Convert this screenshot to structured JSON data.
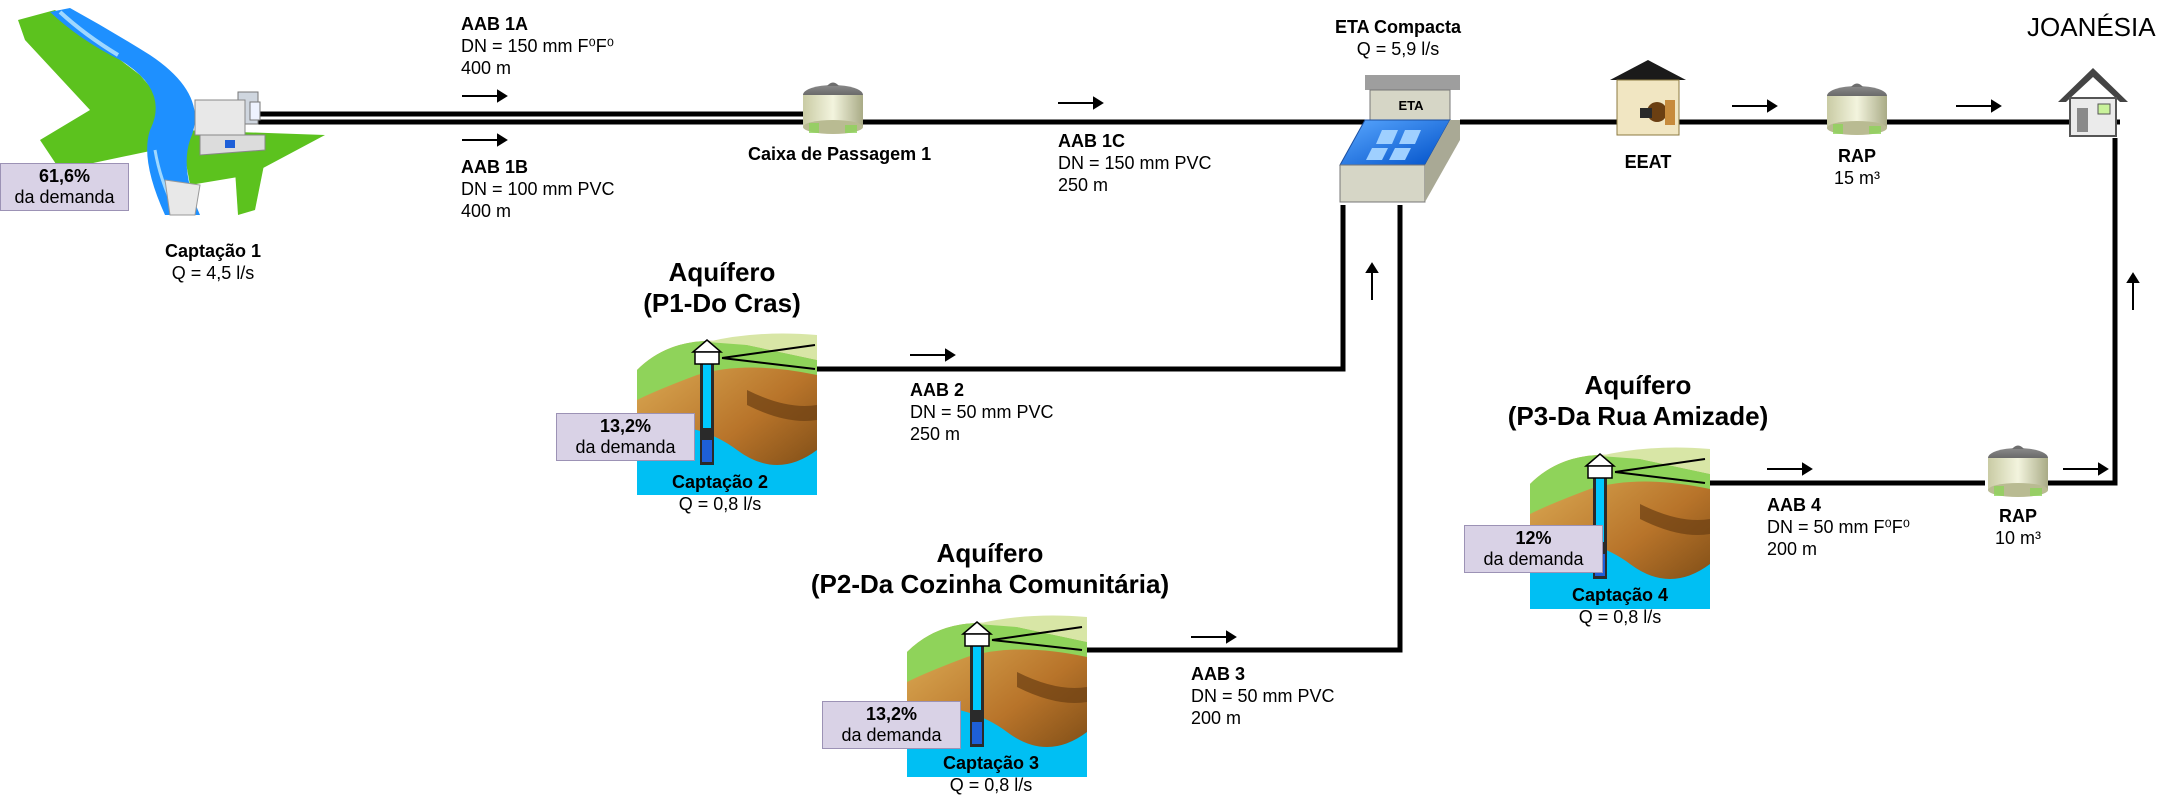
{
  "city": "JOANÉSIA",
  "captacao1": {
    "name": "Captação 1",
    "flow": "Q = 4,5 l/s",
    "pct": "61,6%",
    "demand": "da demanda"
  },
  "aab1a": {
    "name": "AAB 1A",
    "dn": "DN = 150 mm F⁰F⁰",
    "len": "400 m"
  },
  "aab1b": {
    "name": "AAB 1B",
    "dn": "DN = 100 mm PVC",
    "len": "400 m"
  },
  "caixa": {
    "name": "Caixa de Passagem 1"
  },
  "aab1c": {
    "name": "AAB 1C",
    "dn": "DN = 150 mm PVC",
    "len": "250 m"
  },
  "eta": {
    "name": "ETA Compacta",
    "flow": "Q = 5,9 l/s",
    "badge": "ETA"
  },
  "eeat": {
    "name": "EEAT"
  },
  "rap1": {
    "name": "RAP",
    "vol": "15 m³"
  },
  "aq1": {
    "line1": "Aquífero",
    "line2": "(P1-Do Cras)"
  },
  "captacao2": {
    "name": "Captação 2",
    "flow": "Q = 0,8 l/s",
    "pct": "13,2%",
    "demand": "da demanda"
  },
  "aab2": {
    "name": "AAB 2",
    "dn": "DN = 50 mm PVC",
    "len": "250 m"
  },
  "aq2": {
    "line1": "Aquífero",
    "line2": "(P2-Da Cozinha Comunitária)"
  },
  "captacao3": {
    "name": "Captação 3",
    "flow": "Q = 0,8 l/s",
    "pct": "13,2%",
    "demand": "da demanda"
  },
  "aab3": {
    "name": "AAB 3",
    "dn": "DN = 50 mm PVC",
    "len": "200 m"
  },
  "aq3": {
    "line1": "Aquífero",
    "line2": "(P3-Da Rua Amizade)"
  },
  "captacao4": {
    "name": "Captação 4",
    "flow": "Q = 0,8 l/s",
    "pct": "12%",
    "demand": "da demanda"
  },
  "aab4": {
    "name": "AAB 4",
    "dn": "DN = 50 mm F⁰F⁰",
    "len": "200 m"
  },
  "rap2": {
    "name": "RAP",
    "vol": "10 m³"
  },
  "colors": {
    "pipe": "#000000",
    "water": "#1e90ff",
    "grass": "#5cc21e",
    "demandBox": "#d9d2e6",
    "aquiferWater": "#00bff3",
    "soil": "#b8742a"
  },
  "icons": [
    "river-intake-icon",
    "tank-icon",
    "eta-plant-icon",
    "pump-station-icon",
    "house-icon",
    "well-icon"
  ]
}
